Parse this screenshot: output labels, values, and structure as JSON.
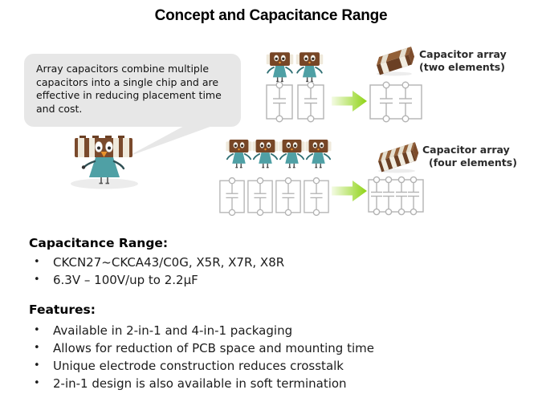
{
  "title": "Concept and Capacitance Range",
  "speech_bubble": {
    "text": "Array capacitors combine multiple capacitors into a single chip and are effective in reducing placement time and cost."
  },
  "diagram": {
    "rows": [
      {
        "elements": 2,
        "label_line1": "Capacitor array",
        "label_line2": "(two elements)"
      },
      {
        "elements": 4,
        "label_line1": "Capacitor array",
        "label_line2": "(four elements)"
      }
    ]
  },
  "capacitance_range": {
    "heading": "Capacitance Range:",
    "bullet": "•",
    "items": [
      "CKCN27~CKCA43/C0G, X5R, X7R, X8R",
      "6.3V – 100V/up to 2.2µF"
    ]
  },
  "features": {
    "heading": "Features:",
    "bullet": "•",
    "items": [
      "Available in 2-in-1 and 4-in-1 packaging",
      "Allows for reduction of PCB space and mounting time",
      "Unique electrode construction reduces crosstalk",
      "2-in-1 design is also available in soft termination"
    ]
  },
  "colors": {
    "chip_brown": "#7a4a2c",
    "chip_brown_dark": "#6b4024",
    "chip_brown_light": "#936038",
    "terminal_white": "#f1ece0",
    "arrow_green": "#8ed314",
    "arrow_green_light": "#f4fbe4",
    "dress_teal": "#4fa0a5",
    "bubble_gray": "#e7e7e7",
    "circuit_gray": "#b3b3b3",
    "label_text": "#2b2b2b"
  }
}
